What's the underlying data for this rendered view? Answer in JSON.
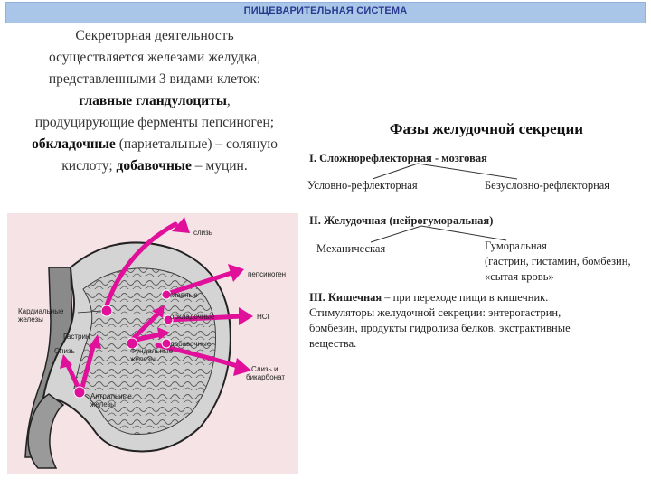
{
  "header": {
    "title": "ПИЩЕВАРИТЕЛЬНАЯ СИСТЕМА"
  },
  "intro": {
    "line1": "Секреторная деятельность",
    "line2": "осуществляется железами желудка,",
    "line3": "представленными 3 видами клеток:",
    "chief_bold": "главные гландулоциты",
    "chief_tail": ",",
    "line5": "продуцирующие ферменты пепсиноген;",
    "parietal_bold": "обкладочные",
    "parietal_tail": " (париетальные) – соляную",
    "line7_start": "кислоту; ",
    "accessory_bold": "добавочные",
    "line7_end": " – муцин."
  },
  "phases": {
    "title": "Фазы желудочной секреции",
    "phase1": {
      "head": "I. Сложнорефлекторная - мозговая",
      "left": "Условно-рефлекторная",
      "right": "Безусловно-рефлекторная"
    },
    "phase2": {
      "head": "II. Желудочная (нейрогуморальная)",
      "left": "Механическая",
      "right1": "Гуморальная",
      "right2": "(гастрин, гистамин, бомбезин,",
      "right3": "«сытая кровь»"
    },
    "phase3": {
      "head": "III. Кишечная",
      "head_tail": " – при переходе пищи в кишечник.",
      "line2": "Стимуляторы желудочной секреции: энтерогастрин,",
      "line3": "бомбезин, продукты гидролиза белков, экстрактивные",
      "line4": "вещества."
    }
  },
  "diagram": {
    "mucus_top": "слизь",
    "pepsinogen": "пепсиноген",
    "chief": "главные",
    "parietal": "обкладочные",
    "hcl": "HCl",
    "accessory": "добавочные",
    "fundic1": "Фундальные",
    "fundic2": "железы",
    "mucus_bicarb1": "Слизь и",
    "mucus_bicarb2": "бикарбонат",
    "cardiac1": "Кардиальные",
    "cardiac2": "железы",
    "gastrin": "Гастрин",
    "mucus_left": "Слизь",
    "antral1": "Антральные",
    "antral2": "железы"
  },
  "colors": {
    "accent": "#e0109a",
    "header_bg": "#a9c6e8",
    "header_text": "#2b3a8f",
    "panel_bg": "#f6e3e6"
  }
}
